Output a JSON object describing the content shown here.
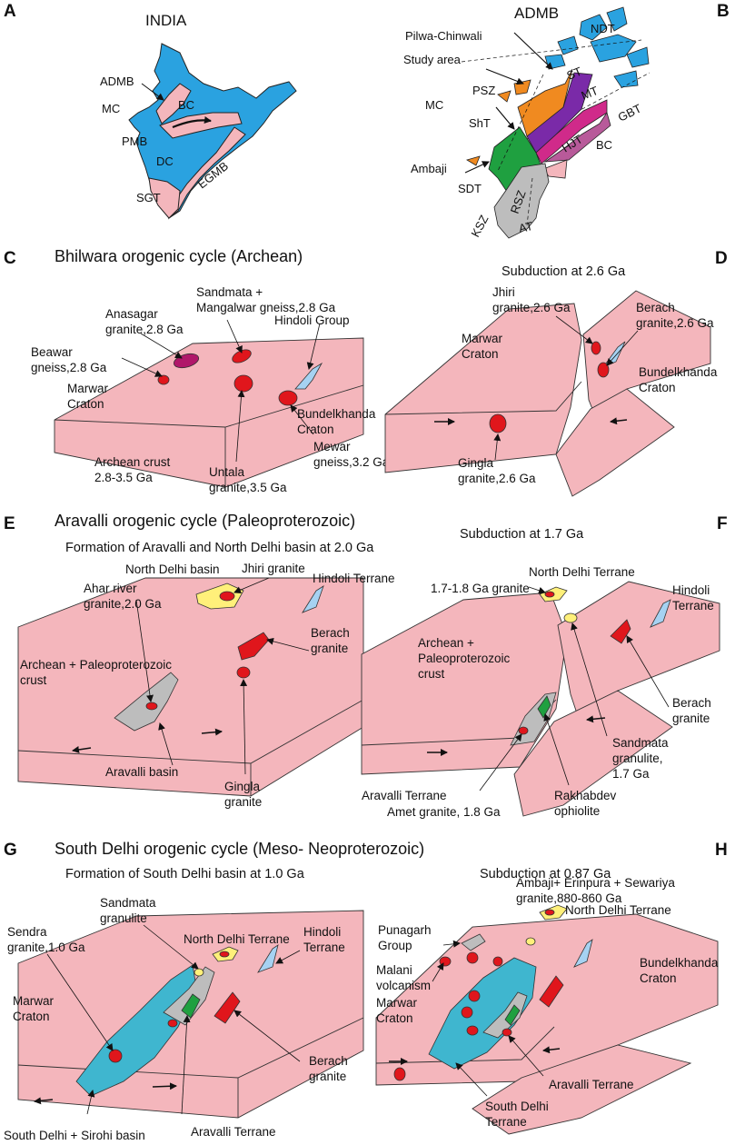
{
  "panel_letters": [
    "A",
    "B",
    "C",
    "D",
    "E",
    "F",
    "G",
    "H"
  ],
  "colors": {
    "crust": "#f4b6bc",
    "ocean_blue": "#2aa2e0",
    "granite_red": "#e0161c",
    "basin_yellow": "#fff07a",
    "aravalli_gray": "#bdbdbd",
    "south_delhi_cyan": "#3fb6cf",
    "green": "#1fa040",
    "purple": "#7a2aa8",
    "magenta": "#d02a8a",
    "orange": "#f08a20",
    "hindoli_blue": "#a6d2f2"
  },
  "panel_a": {
    "title": "INDIA",
    "labels": {
      "admb": "ADMB",
      "mc": "MC",
      "bc": "BC",
      "pmb": "PMB",
      "dc": "DC",
      "egmb": "EGMB",
      "sgt": "SGT"
    }
  },
  "panel_b": {
    "title": "ADMB",
    "labels": {
      "pilwa": "Pilwa-Chinwali",
      "study": "Study area",
      "mc": "MC",
      "psz": "PSZ",
      "sht": "ShT",
      "st": "ST",
      "mt": "MT",
      "gbt": "GBT",
      "hjt": "HJT",
      "bc": "BC",
      "ndt": "NDT",
      "ambaji": "Ambaji",
      "sdt": "SDT",
      "ksz": "KSZ",
      "rsz": "RSZ",
      "at": "AT"
    }
  },
  "panel_c": {
    "title": "Bhilwara orogenic cycle (Archean)",
    "labels": {
      "sandmata": "Sandmata +",
      "mangalwar": "Mangalwar gneiss,2.8 Ga",
      "anasagar1": "Anasagar",
      "anasagar2": "granite,2.8 Ga",
      "hindoli": "Hindoli Group",
      "beawar1": "Beawar",
      "beawar2": "gneiss,2.8 Ga",
      "marwar1": "Marwar",
      "marwar2": "Craton",
      "bundel1": "Bundelkhanda",
      "bundel2": "Craton",
      "mewar1": "Mewar",
      "mewar2": "gneiss,3.2 Ga",
      "untala1": "Untala",
      "untala2": "granite,3.5 Ga",
      "archean1": "Archean crust",
      "archean2": "2.8-3.5 Ga"
    }
  },
  "panel_d": {
    "title": "Subduction at 2.6 Ga",
    "labels": {
      "jhiri1": "Jhiri",
      "jhiri2": "granite,2.6 Ga",
      "berach1": "Berach",
      "berach2": "granite,2.6 Ga",
      "marwar1": "Marwar",
      "marwar2": "Craton",
      "bundel1": "Bundelkhanda",
      "bundel2": "Craton",
      "gingla1": "Gingla",
      "gingla2": "granite,2.6 Ga"
    }
  },
  "panel_e": {
    "title": "Aravalli orogenic cycle (Paleoproterozoic)",
    "subtitle": "Formation of Aravalli and North Delhi basin at 2.0 Ga",
    "labels": {
      "jhiri": "Jhiri granite",
      "ndb": "North Delhi basin",
      "hindoli": "Hindoli Terrane",
      "ahar1": "Ahar river",
      "ahar2": "granite,2.0 Ga",
      "berach1": "Berach",
      "berach2": "granite",
      "crust1": "Archean + Paleoproterozoic",
      "crust2": "crust",
      "aravalli": "Aravalli basin",
      "gingla1": "Gingla",
      "gingla2": "granite"
    }
  },
  "panel_f": {
    "title": "Subduction at 1.7 Ga",
    "labels": {
      "ndt": "North Delhi Terrane",
      "g17": "1.7-1.8 Ga granite",
      "hindoli1": "Hindoli",
      "hindoli2": "Terrane",
      "crust1": "Archean +",
      "crust2": "Paleoproterozoic",
      "crust3": "crust",
      "berach1": "Berach",
      "berach2": "granite",
      "sand1": "Sandmata",
      "sand2": "granulite,",
      "sand3": "1.7 Ga",
      "aravalli": "Aravalli Terrane",
      "amet": "Amet granite, 1.8 Ga",
      "rakh1": "Rakhabdev",
      "rakh2": "ophiolite"
    }
  },
  "panel_g": {
    "title": "South Delhi orogenic cycle (Meso- Neoproterozoic)",
    "subtitle": "Formation of South Delhi  basin at 1.0 Ga",
    "labels": {
      "sand1": "Sandmata",
      "sand2": "granulite",
      "sendra1": "Sendra",
      "sendra2": "granite,1.0 Ga",
      "ndt": "North Delhi Terrane",
      "hindoli1": "Hindoli",
      "hindoli2": "Terrane",
      "marwar1": "Marwar",
      "marwar2": "Craton",
      "berach1": "Berach",
      "berach2": "granite",
      "sds": "South Delhi + Sirohi basin",
      "aravalli": "Aravalli Terrane"
    }
  },
  "panel_h": {
    "title": "Subduction at 0.87 Ga",
    "labels": {
      "ambaji1": "Ambaji+ Erinpura + Sewariya",
      "ambaji2": "granite,880-860 Ga",
      "ndt": "North Delhi Terrane",
      "puna1": "Punagarh",
      "puna2": "Group",
      "malani1": "Malani",
      "malani2": "volcanism",
      "bundel1": "Bundelkhanda",
      "bundel2": "Craton",
      "marwar1": "Marwar",
      "marwar2": "Craton",
      "aravalli": "Aravalli Terrane",
      "sdt1": "South Delhi",
      "sdt2": "Terrane"
    }
  }
}
